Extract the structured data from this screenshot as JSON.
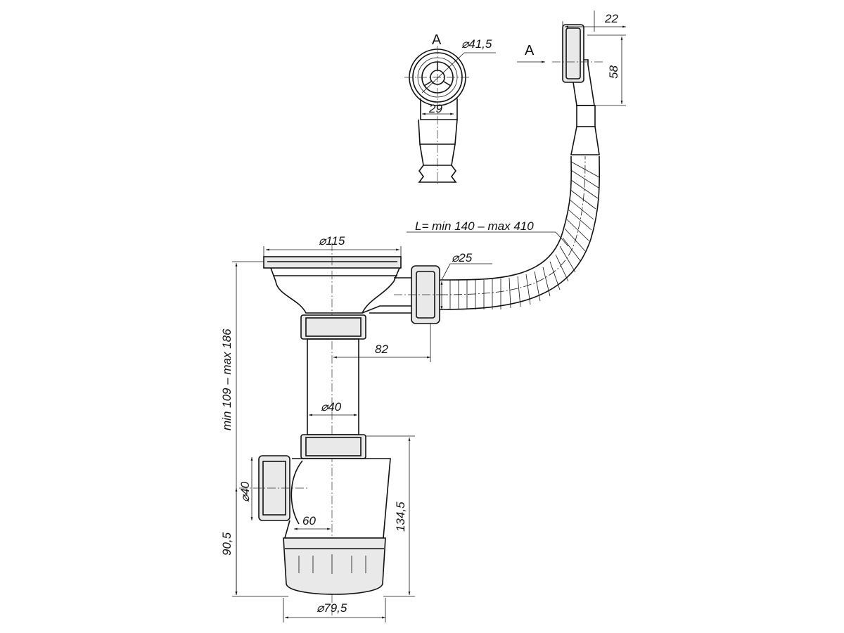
{
  "drawing": {
    "view_label_top": "A",
    "view_arrow_label": "A",
    "dims": {
      "outlet_depth": "22",
      "outlet_height": "58",
      "outlet_diameter": "⌀41,5",
      "outlet_width": "29",
      "hose_length": "L= min 140 – max 410",
      "strainer_diameter": "⌀115",
      "hose_diameter": "⌀25",
      "hose_offset": "82",
      "pipe_diameter": "⌀40",
      "total_height": "min 109 – max 186",
      "outlet_pipe_diameter": "⌀40",
      "outlet_offset": "60",
      "trap_height": "134,5",
      "outlet_height_from_bottom": "90,5",
      "trap_diameter": "⌀79,5"
    }
  }
}
